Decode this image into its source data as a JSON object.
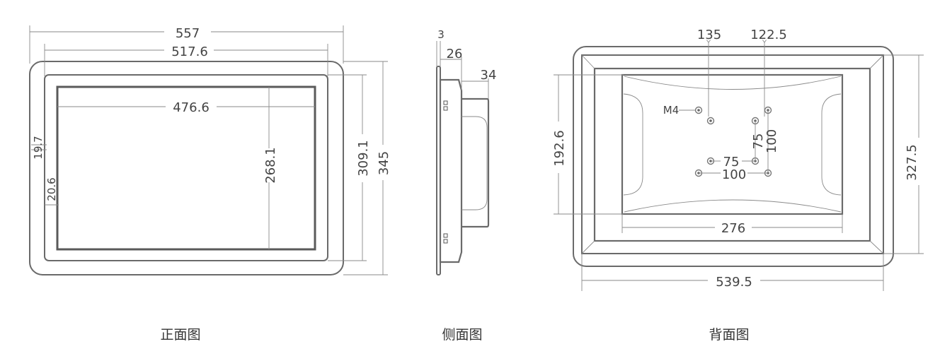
{
  "views": {
    "front": {
      "caption": "正面图",
      "dims": {
        "overall_width": "557",
        "bezel_width": "517.6",
        "screen_width": "476.6",
        "left_margin": "19.7",
        "screen_margin": "20.6",
        "screen_height": "268.1",
        "bezel_height": "309.1",
        "overall_height": "345"
      }
    },
    "side": {
      "caption": "侧面图",
      "dims": {
        "front_thickness": "3",
        "body_depth": "26",
        "total_depth": "34"
      }
    },
    "back": {
      "caption": "背面图",
      "dims": {
        "hole_offset_x": "135",
        "hole_offset_x2": "122.5",
        "screw": "M4",
        "vesa_small_v": "75",
        "vesa_large_v": "100",
        "vesa_small_h": "75",
        "vesa_large_h": "100",
        "cover_height": "192.6",
        "cover_width": "276",
        "outer_height": "327.5",
        "outer_width": "539.5"
      }
    }
  }
}
